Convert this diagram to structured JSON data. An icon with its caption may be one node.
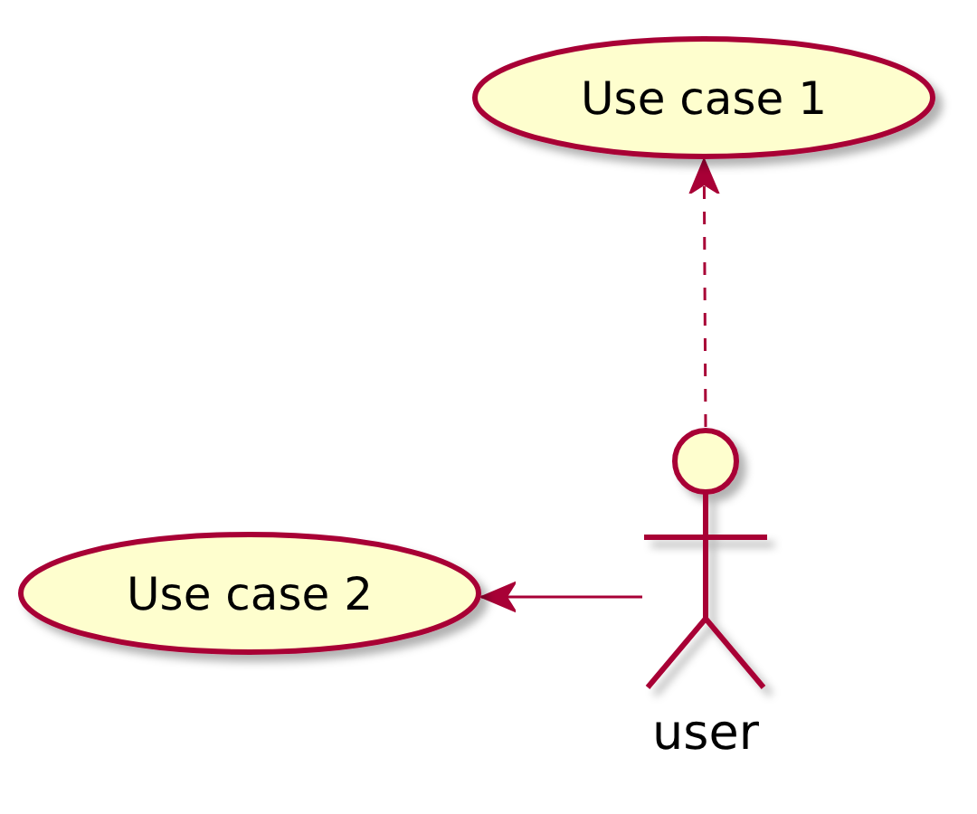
{
  "diagram": {
    "nodes": [
      {
        "text": [
          "Use case 1"
        ]
      },
      {
        "text": [
          "user"
        ]
      },
      {
        "text": [
          "Use case 2"
        ]
      }
    ],
    "edges": [
      {
        "from": 1,
        "to": 0,
        "arrow": "to",
        "style": "dashed"
      },
      {
        "from": 1,
        "to": 2,
        "arrow": "to"
      }
    ]
  }
}
